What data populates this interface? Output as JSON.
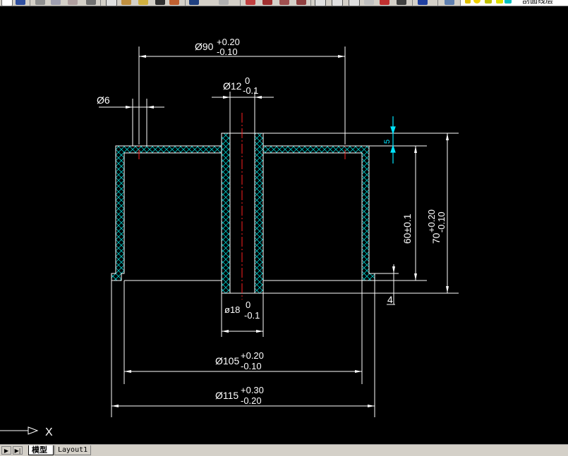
{
  "toolbar": {
    "layer_name": "剖面线层",
    "icons": [
      "new-icon",
      "save-icon",
      "print-icon",
      "preview-icon",
      "publish-icon",
      "cut-icon",
      "copy-icon",
      "paste-icon",
      "match-icon",
      "undo-icon",
      "redo-icon",
      "pan-icon",
      "zoom-icon",
      "zoom-window-icon",
      "zoom-previous-icon",
      "text-style-icon",
      "properties-icon",
      "design-center-icon",
      "tool-palette-icon",
      "calculator-icon",
      "help-icon",
      "layer-manager-icon",
      "bulb-icon",
      "sun-icon",
      "lock-icon",
      "layer-color-icon"
    ]
  },
  "drawing": {
    "dim_d90": {
      "main": "Ø90",
      "upper": "+0.20",
      "lower": "-0.10"
    },
    "dim_d12": {
      "main": "Ø12",
      "upper": "0",
      "lower": "-0.1"
    },
    "dim_d6": {
      "main": "Ø6"
    },
    "dim_5": {
      "main": "5"
    },
    "dim_60": {
      "main": "60±0.1"
    },
    "dim_70": {
      "main": "70",
      "upper": "+0.20",
      "lower": "-0.10"
    },
    "dim_4": {
      "main": "4"
    },
    "dim_d18": {
      "main": "ø18",
      "upper": "0",
      "lower": "-0.1"
    },
    "dim_d105": {
      "main": "Ø105",
      "upper": "+0.20",
      "lower": "-0.10"
    },
    "dim_d115": {
      "main": "Ø115",
      "upper": "+0.30",
      "lower": "-0.20"
    },
    "ucs_x_label": "X"
  },
  "tabs": {
    "nav_first": "▶",
    "nav_last": "▶|",
    "model": "模型",
    "layout1": "Layout1"
  },
  "colors": {
    "background": "#000000",
    "lines": "#ffffff",
    "hatch": "#00c8c8",
    "centerline": "#ff2020",
    "dim_arrow": "#00e5ff"
  }
}
